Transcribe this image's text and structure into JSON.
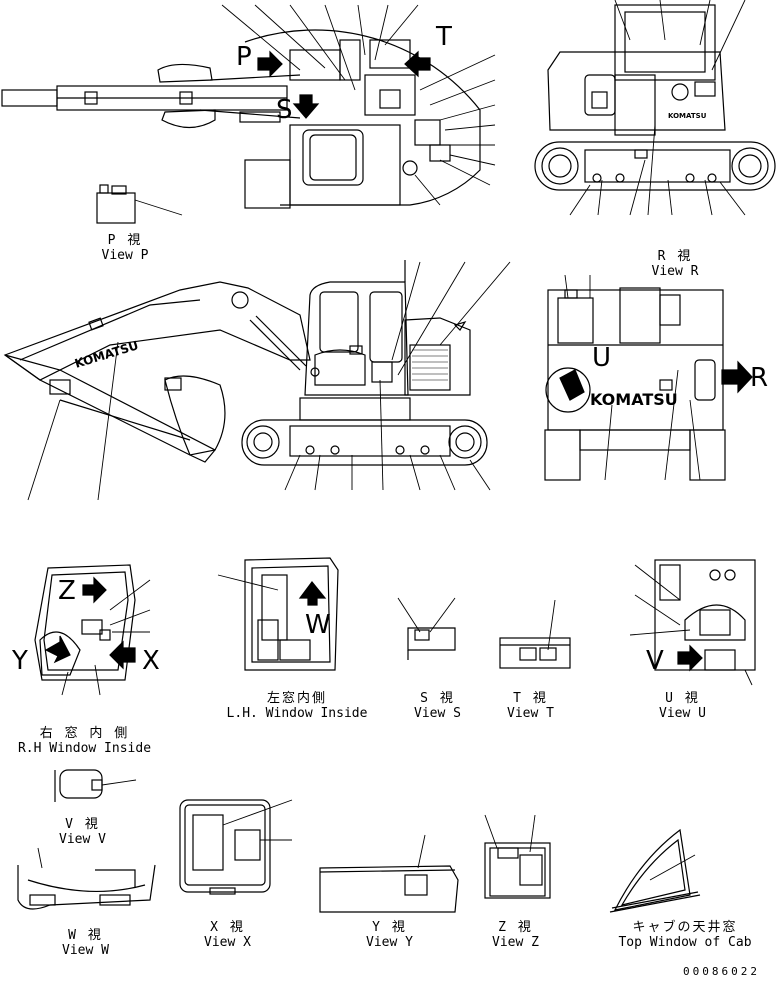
{
  "views": [
    {
      "jp": "P 視",
      "en": "View P"
    },
    {
      "jp": "R 視",
      "en": "View R"
    },
    {
      "jp": "右 窓 内 側",
      "en": "R.H Window Inside"
    },
    {
      "jp": "左窓内側",
      "en": "L.H. Window Inside"
    },
    {
      "jp": "S 視",
      "en": "View S"
    },
    {
      "jp": "T 視",
      "en": "View T"
    },
    {
      "jp": "U 視",
      "en": "View U"
    },
    {
      "jp": "V 視",
      "en": "View V"
    },
    {
      "jp": "W 視",
      "en": "View W"
    },
    {
      "jp": "X 視",
      "en": "View X"
    },
    {
      "jp": "Y 視",
      "en": "View Y"
    },
    {
      "jp": "Z 視",
      "en": "View Z"
    },
    {
      "jp": "キャブの天井窓",
      "en": "Top Window of Cab"
    }
  ],
  "view_tags": {
    "p": "P",
    "s": "S",
    "t": "T",
    "r": "R",
    "u_arrow": "R",
    "u": "U",
    "z": "Z",
    "y": "Y",
    "x": "X",
    "w": "W",
    "v": "V"
  },
  "brand": "KOMATSU",
  "brand_small": "KOMATSU",
  "drawing_number": "00086022"
}
